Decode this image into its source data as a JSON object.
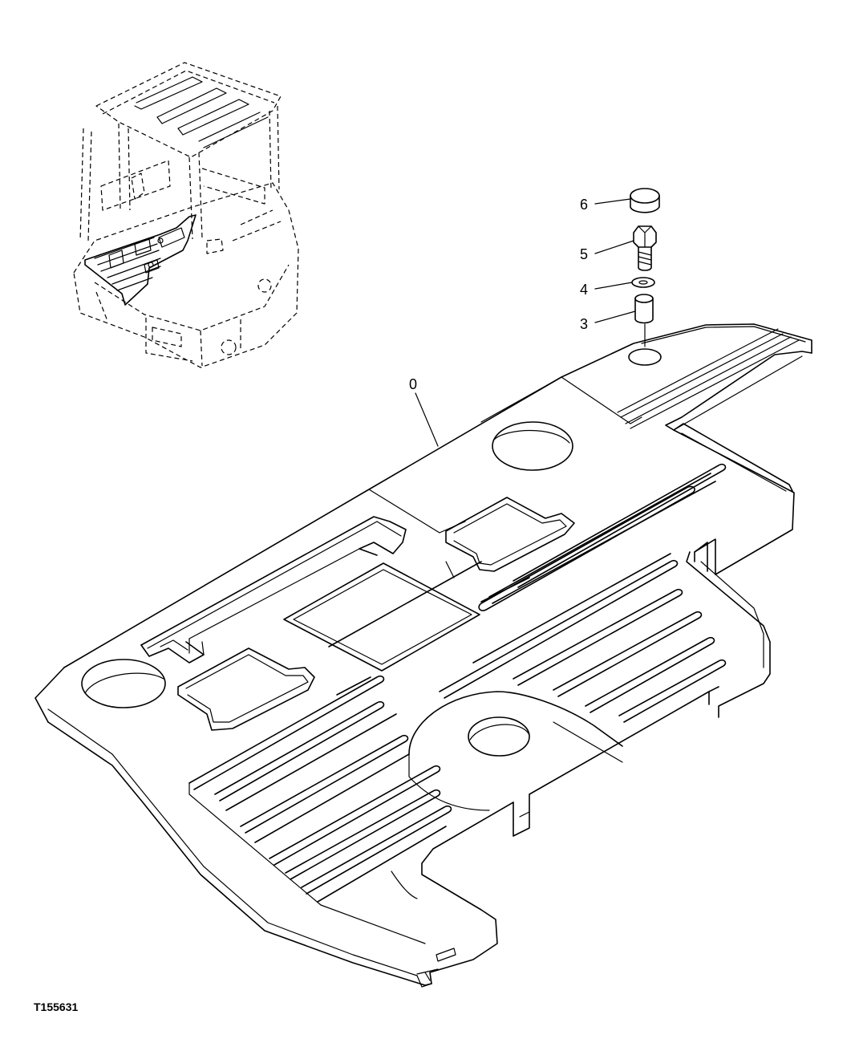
{
  "figure_id": "T155631",
  "callouts": [
    {
      "label": "6"
    },
    {
      "label": "5"
    },
    {
      "label": "4"
    },
    {
      "label": "3"
    },
    {
      "label": "0"
    }
  ]
}
